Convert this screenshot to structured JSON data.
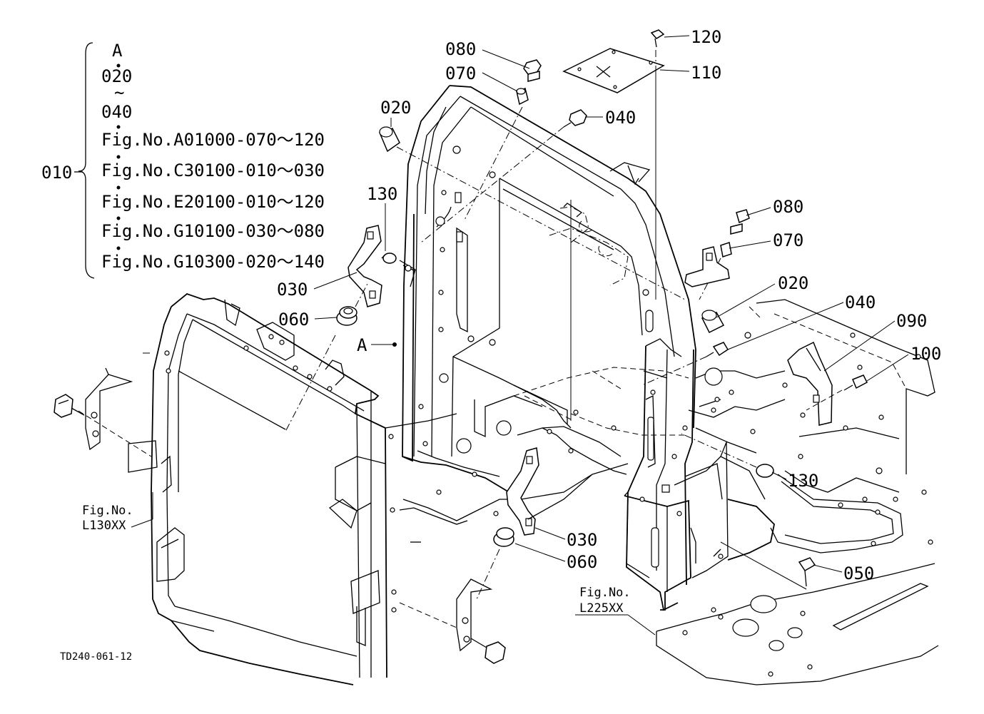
{
  "legend": {
    "main_part": "010",
    "lines": [
      "A",
      "020",
      "~",
      "040",
      "Fig.No.A01000-070～120",
      "Fig.No.C30100-010～030",
      "Fig.No.E20100-010～120",
      "Fig.No.G10100-030～080",
      "Fig.No.G10300-020～140"
    ]
  },
  "callouts": {
    "c120": "120",
    "c110": "110",
    "c080a": "080",
    "c070a": "070",
    "c020a": "020",
    "c040a": "040",
    "c130a": "130",
    "c030a": "030",
    "c060a": "060",
    "cA": "A",
    "c080b": "080",
    "c070b": "070",
    "c020b": "020",
    "c040b": "040",
    "c090": "090",
    "c100": "100",
    "c130b": "130",
    "c030b": "030",
    "c060b": "060",
    "c050": "050"
  },
  "refs": {
    "left_fig": "Fig.No.",
    "left_code": "L130XX",
    "right_fig": "Fig.No.",
    "right_code": "L225XX"
  },
  "drawing_id": "TD240-061-12"
}
